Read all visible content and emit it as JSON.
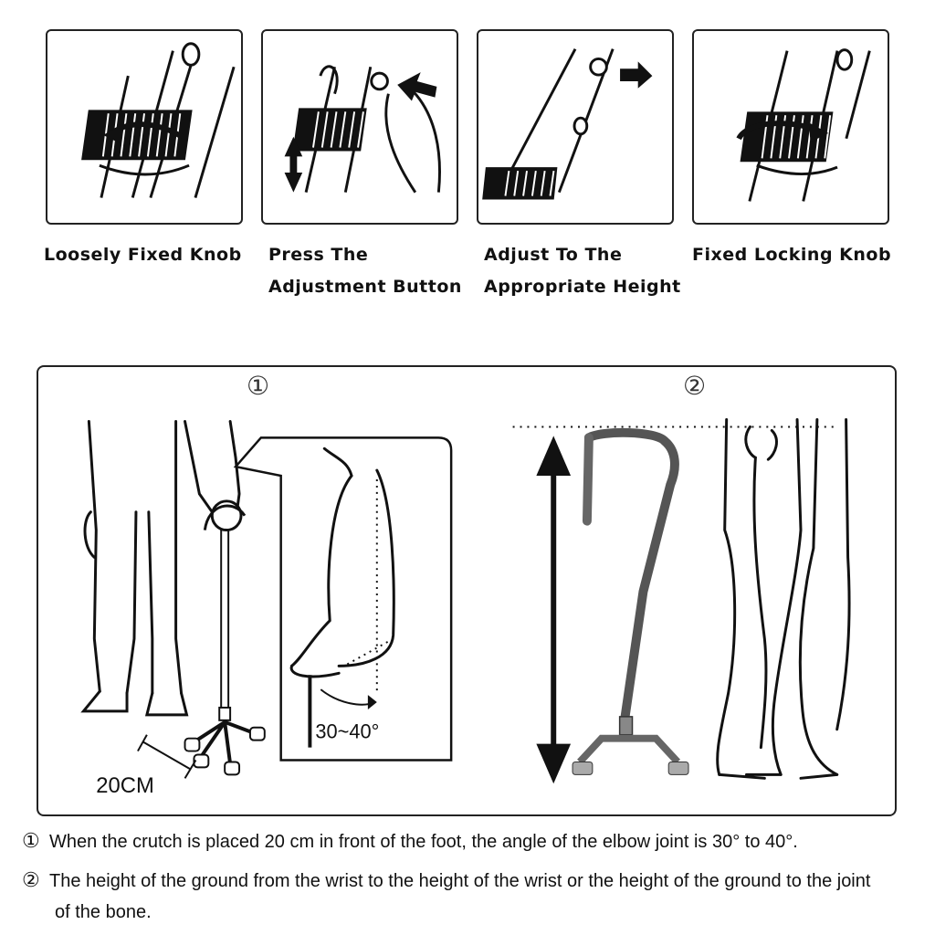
{
  "steps": [
    {
      "label_lines": [
        "Loosely Fixed Knob"
      ]
    },
    {
      "label_lines": [
        "Press The",
        "Adjustment Button"
      ]
    },
    {
      "label_lines": [
        "Adjust To The",
        "Appropriate Height"
      ]
    },
    {
      "label_lines": [
        "Fixed Locking Knob"
      ]
    }
  ],
  "figure1": {
    "marker": "①",
    "distance_label": "20CM",
    "angle_label": "30~40°"
  },
  "figure2": {
    "marker": "②"
  },
  "notes": [
    {
      "marker": "①",
      "text": "When the crutch is placed 20 cm in front of the foot, the angle of the elbow joint is 30° to 40°."
    },
    {
      "marker": "②",
      "text_line1": "The height of the ground from the wrist to the height of the wrist or the height of the ground to the joint",
      "text_line2": "of the bone."
    }
  ]
}
